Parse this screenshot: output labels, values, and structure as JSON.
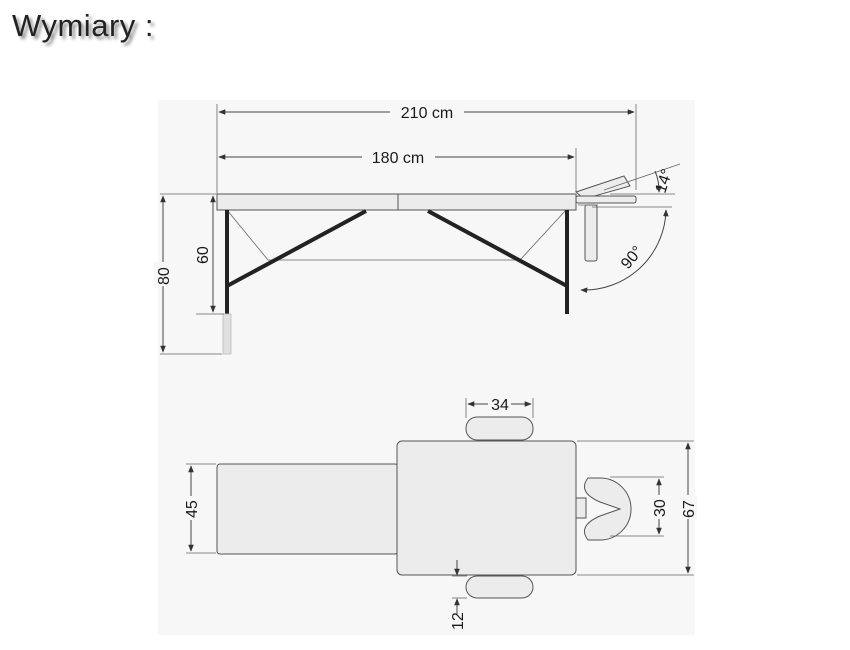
{
  "title": "Wymiary :",
  "side_view": {
    "length_total": "210 cm",
    "length_table": "180 cm",
    "height_total": "80",
    "height_table": "60",
    "headrest_angle": "14°",
    "armrest_angle": "90°"
  },
  "top_view": {
    "armrest_width": "34",
    "leg_section_width": "45",
    "face_hole": "30",
    "table_width": "67",
    "armrest_depth": "12"
  },
  "colors": {
    "panel": "#f7f7f7",
    "parts": "#ececec",
    "legs": "#222222",
    "lines": "#444444"
  }
}
